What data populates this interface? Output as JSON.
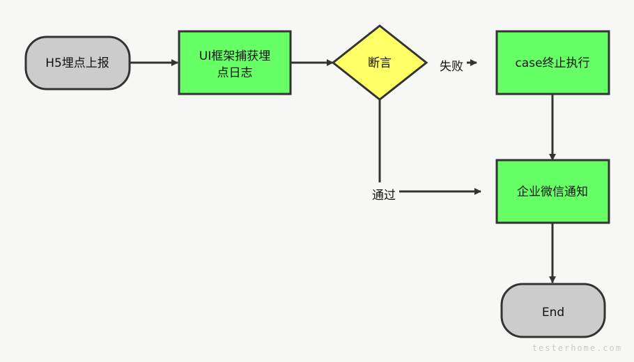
{
  "nodes": {
    "start": "H5埋点上报",
    "log_line1": "UI框架捕获埋",
    "log_line2": "点日志",
    "assert": "断言",
    "stop": "case终止执行",
    "notify": "企业微信通知",
    "end": "End"
  },
  "edges": {
    "fail": "失败",
    "pass": "通过"
  },
  "watermark": "testerhome.com",
  "colors": {
    "process": "#66ff66",
    "decision": "#ffff66",
    "terminal": "#cccccc",
    "stroke": "#333333"
  }
}
